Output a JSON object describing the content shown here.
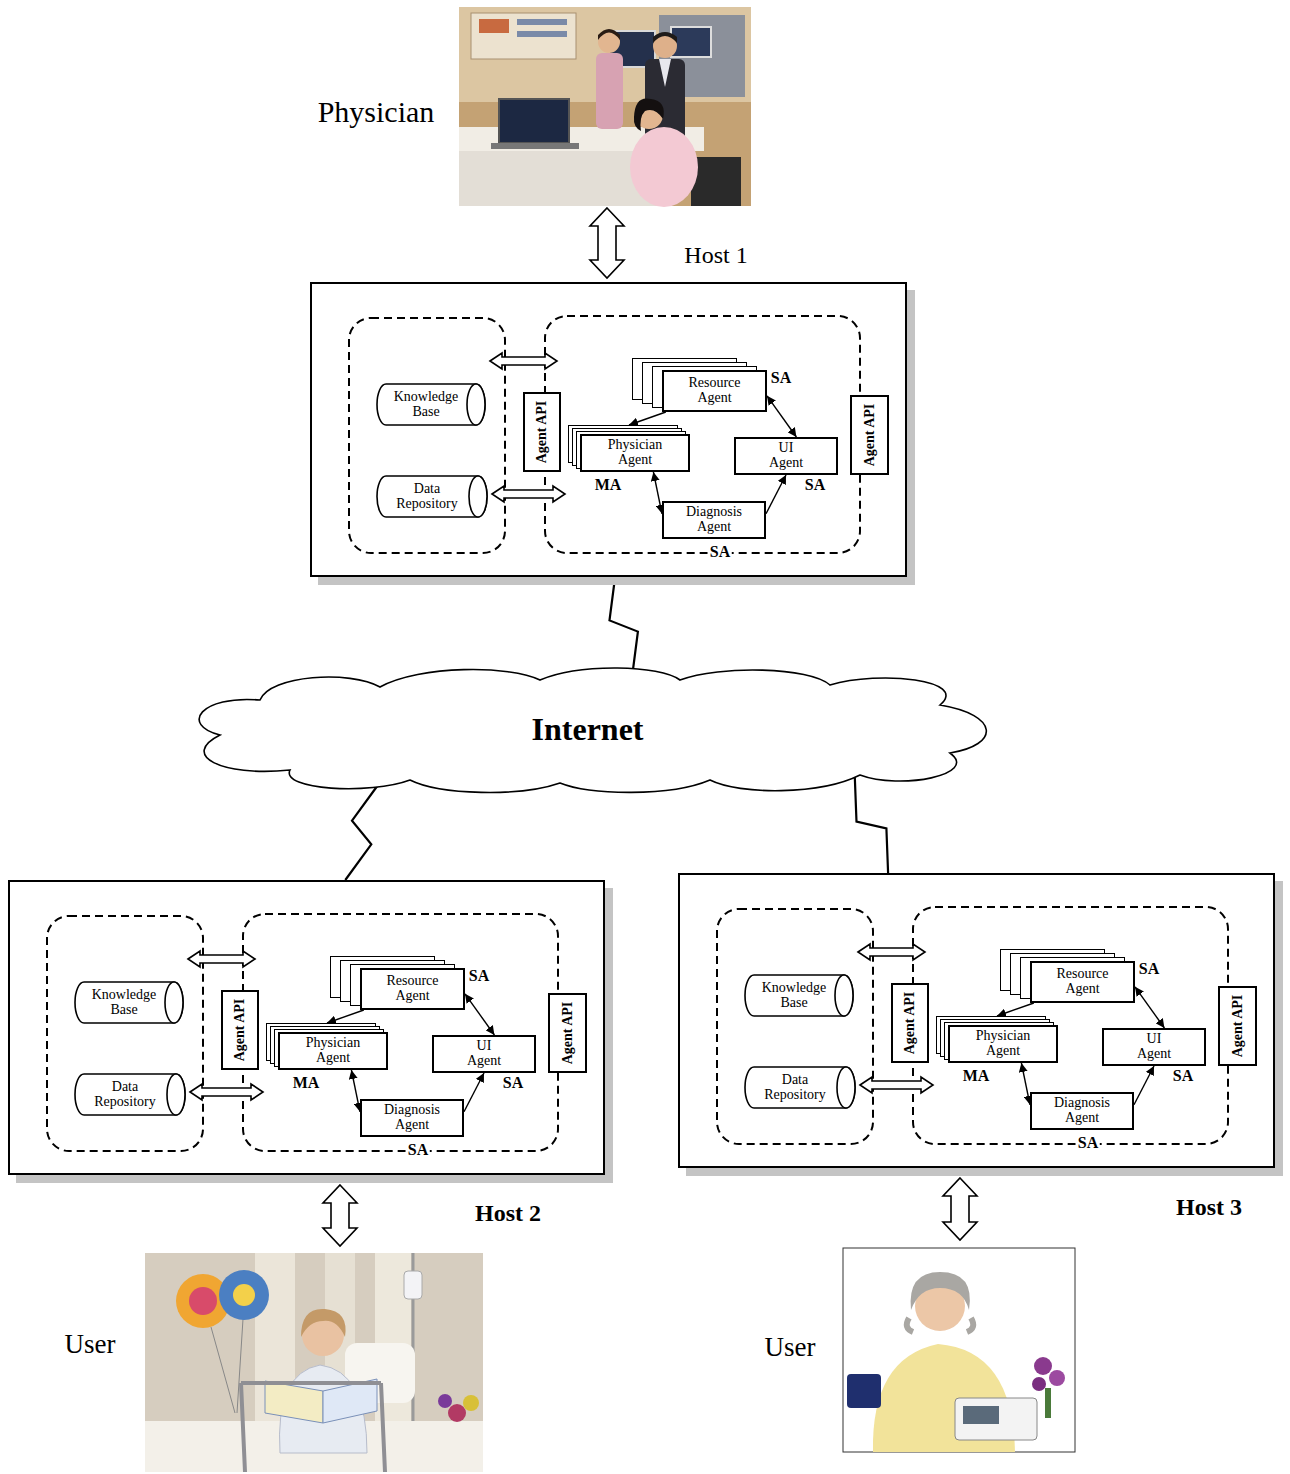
{
  "diagram": {
    "nodes": [
      {
        "text": [
          "Host 1"
        ]
      },
      {
        "text": [
          "Knowledge Base"
        ],
        "in": 0
      },
      {
        "text": [
          "Data Repository"
        ],
        "in": 0
      },
      {
        "text": [
          "Agent API"
        ],
        "in": 0
      },
      {
        "text": [
          "Resource Agent"
        ],
        "in": 0
      },
      {
        "text": [
          "Physician Agent"
        ],
        "in": 0
      },
      {
        "text": [
          "UI Agent"
        ],
        "in": 0
      },
      {
        "text": [
          "Diagnosis Agent"
        ],
        "in": 0
      },
      {
        "text": [
          "Agent API"
        ],
        "in": 0
      },
      {
        "text": [
          "Internet"
        ]
      },
      {
        "text": [
          "Host 2"
        ]
      },
      {
        "text": [
          "Knowledge Base"
        ],
        "in": 10
      },
      {
        "text": [
          "Data Repository"
        ],
        "in": 10
      },
      {
        "text": [
          "Agent API"
        ],
        "in": 10
      },
      {
        "text": [
          "Resource Agent"
        ],
        "in": 10
      },
      {
        "text": [
          "Physician Agent"
        ],
        "in": 10
      },
      {
        "text": [
          "UI Agent"
        ],
        "in": 10
      },
      {
        "text": [
          "Diagnosis Agent"
        ],
        "in": 10
      },
      {
        "text": [
          "Agent API"
        ],
        "in": 10
      },
      {
        "text": [
          "Host 3"
        ]
      },
      {
        "text": [
          "Knowledge Base"
        ],
        "in": 19
      },
      {
        "text": [
          "Data Repository"
        ],
        "in": 19
      },
      {
        "text": [
          "Agent API"
        ],
        "in": 19
      },
      {
        "text": [
          "Resource Agent"
        ],
        "in": 19
      },
      {
        "text": [
          "Physician Agent"
        ],
        "in": 19
      },
      {
        "text": [
          "UI Agent"
        ],
        "in": 19
      },
      {
        "text": [
          "Diagnosis Agent"
        ],
        "in": 19
      },
      {
        "text": [
          "Agent API"
        ],
        "in": 19
      }
    ],
    "edges": [
      {
        "from": 4,
        "to": 5,
        "arrow": "to"
      },
      {
        "from": 4,
        "to": 6,
        "arrow": "both"
      },
      {
        "from": 5,
        "to": 7,
        "arrow": "both"
      },
      {
        "from": 7,
        "to": 6,
        "arrow": "to"
      },
      {
        "from": 0,
        "to": 9,
        "arrow": "none"
      },
      {
        "from": 9,
        "to": 10,
        "arrow": "none"
      },
      {
        "from": 9,
        "to": 19,
        "arrow": "none"
      },
      {
        "from": 14,
        "to": 15,
        "arrow": "to"
      },
      {
        "from": 14,
        "to": 16,
        "arrow": "both"
      },
      {
        "from": 15,
        "to": 17,
        "arrow": "both"
      },
      {
        "from": 17,
        "to": 16,
        "arrow": "to"
      },
      {
        "from": 23,
        "to": 24,
        "arrow": "to"
      },
      {
        "from": 23,
        "to": 25,
        "arrow": "both"
      },
      {
        "from": 24,
        "to": 26,
        "arrow": "both"
      },
      {
        "from": 26,
        "to": 25,
        "arrow": "to"
      }
    ],
    "labels": [
      "Physician",
      "SA",
      "MA",
      "SA",
      "SA",
      "SA",
      "MA",
      "SA",
      "SA",
      "SA",
      "MA",
      "SA",
      "SA",
      "User",
      "User"
    ]
  }
}
